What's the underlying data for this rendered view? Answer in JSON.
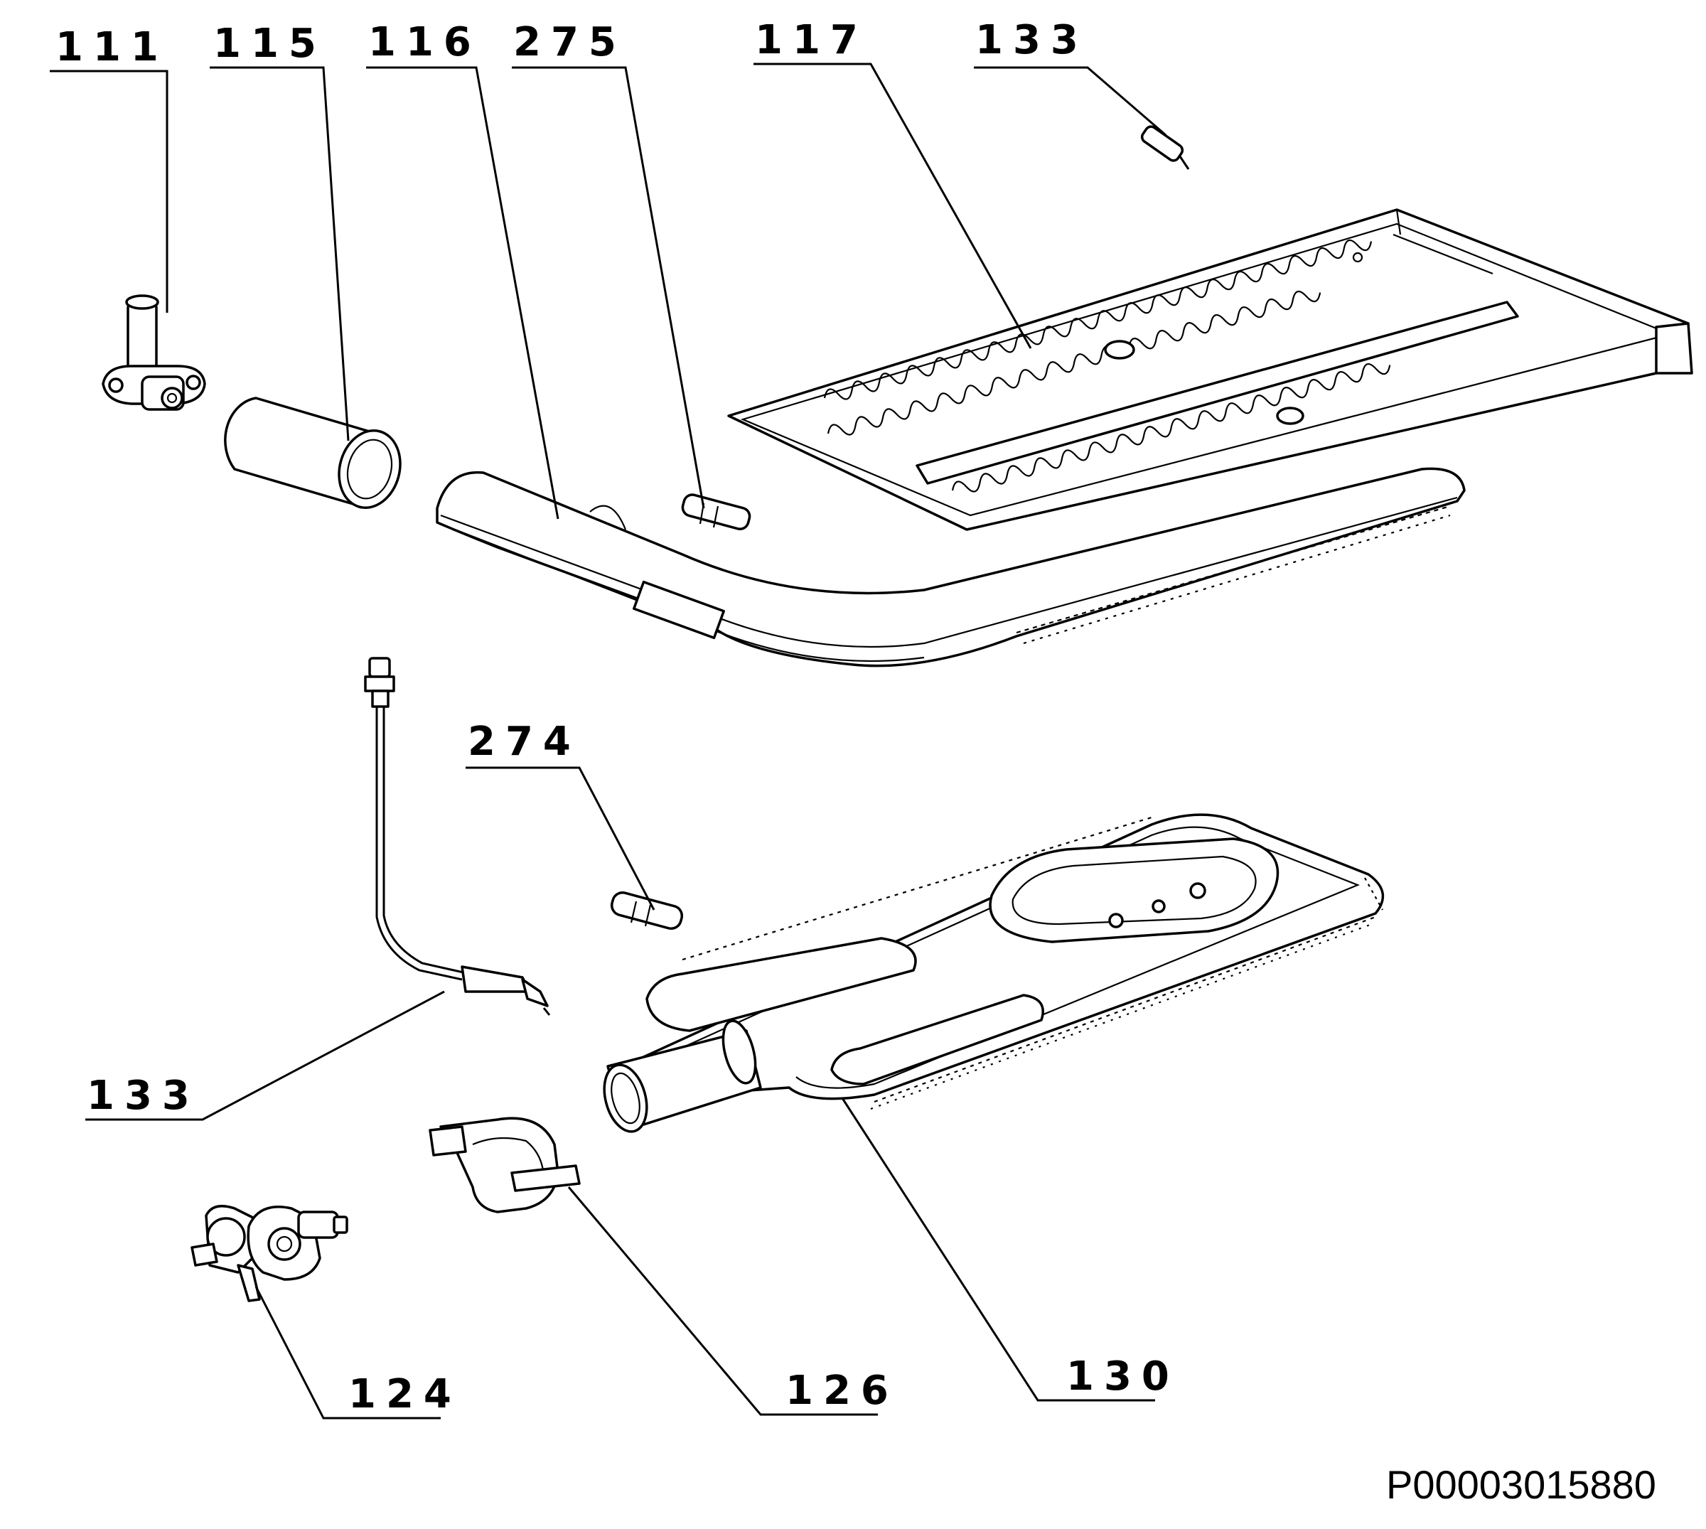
{
  "diagram": {
    "callouts": {
      "p111": "111",
      "p115": "115",
      "p116": "116",
      "p275": "275",
      "p117": "117",
      "p133_top": "133",
      "p274": "274",
      "p133_left": "133",
      "p124": "124",
      "p126": "126",
      "p130": "130"
    },
    "drawing_code": "P00003015880"
  }
}
